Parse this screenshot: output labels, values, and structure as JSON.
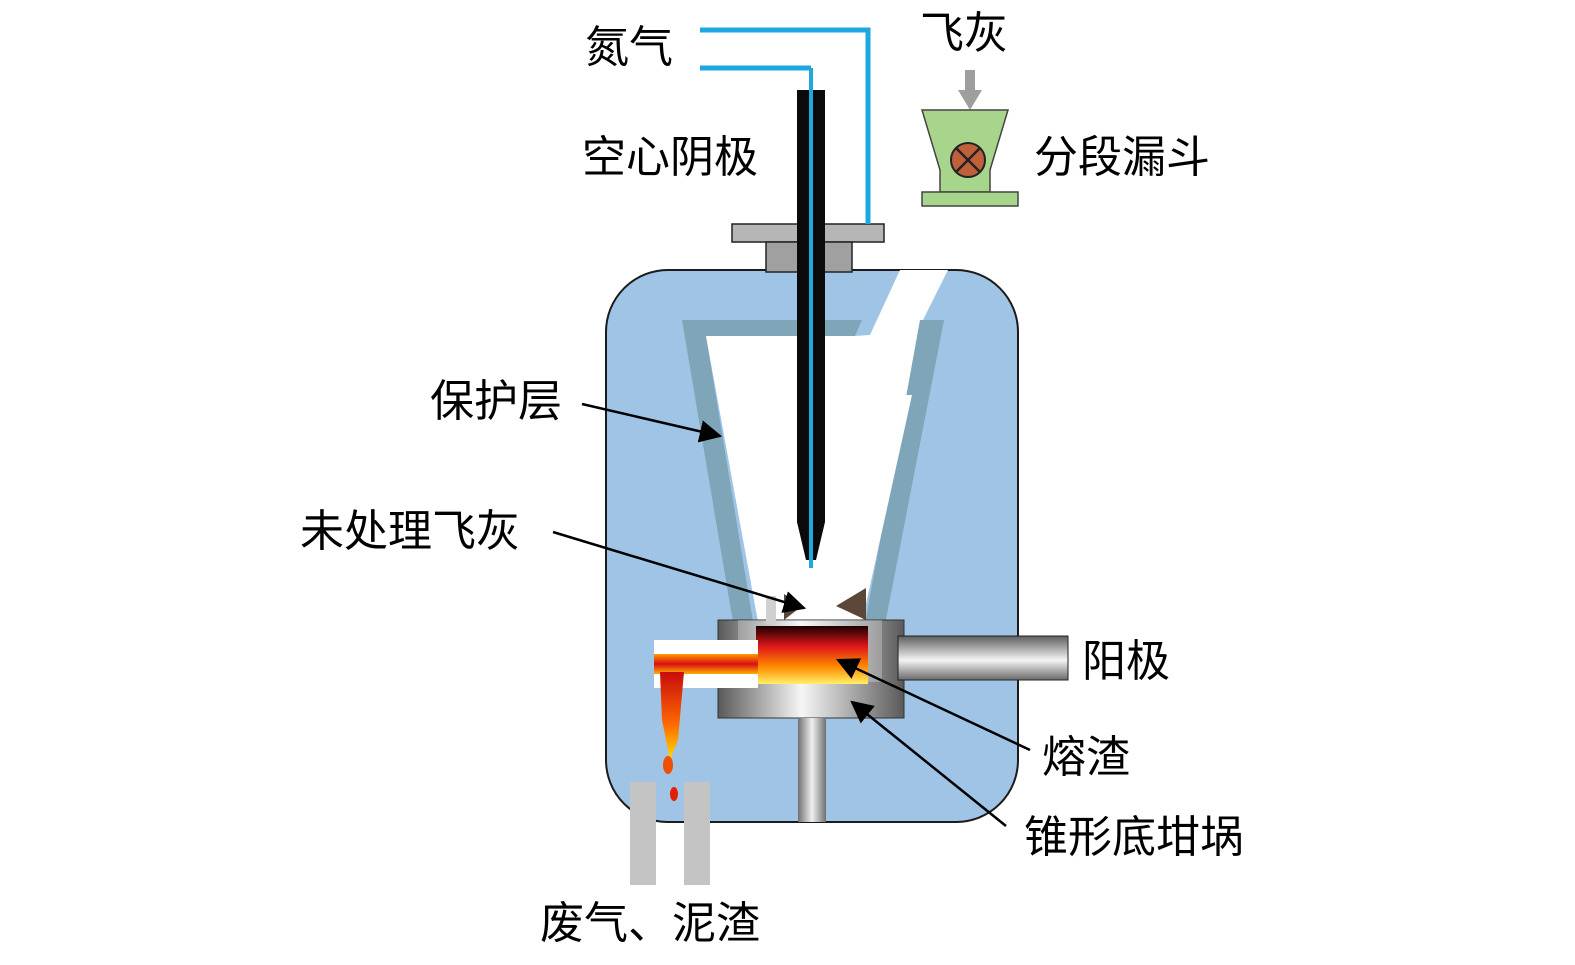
{
  "labels": {
    "nitrogen": "氮气",
    "fly_ash": "飞灰",
    "hollow_cathode": "空心阴极",
    "segmented_hopper": "分段漏斗",
    "protective_layer": "保护层",
    "untreated_fly_ash": "未处理飞灰",
    "anode": "阳极",
    "slag": "熔渣",
    "conical_crucible": "锥形底坩埚",
    "exhaust_sludge": "废气、泥渣"
  },
  "colors": {
    "gas_line": "#1ea7e0",
    "vessel_fill": "#a0c4e6",
    "protective_layer": "#7fa5b8",
    "hopper_fill": "#a8d58c",
    "valve_fill": "#c0603b",
    "cathode_black": "#0a0a0a",
    "metal_gray": "#a8a8a8"
  },
  "icons": {
    "valve": "valve-cross-icon",
    "feed_arrow": "down-arrow-icon"
  }
}
